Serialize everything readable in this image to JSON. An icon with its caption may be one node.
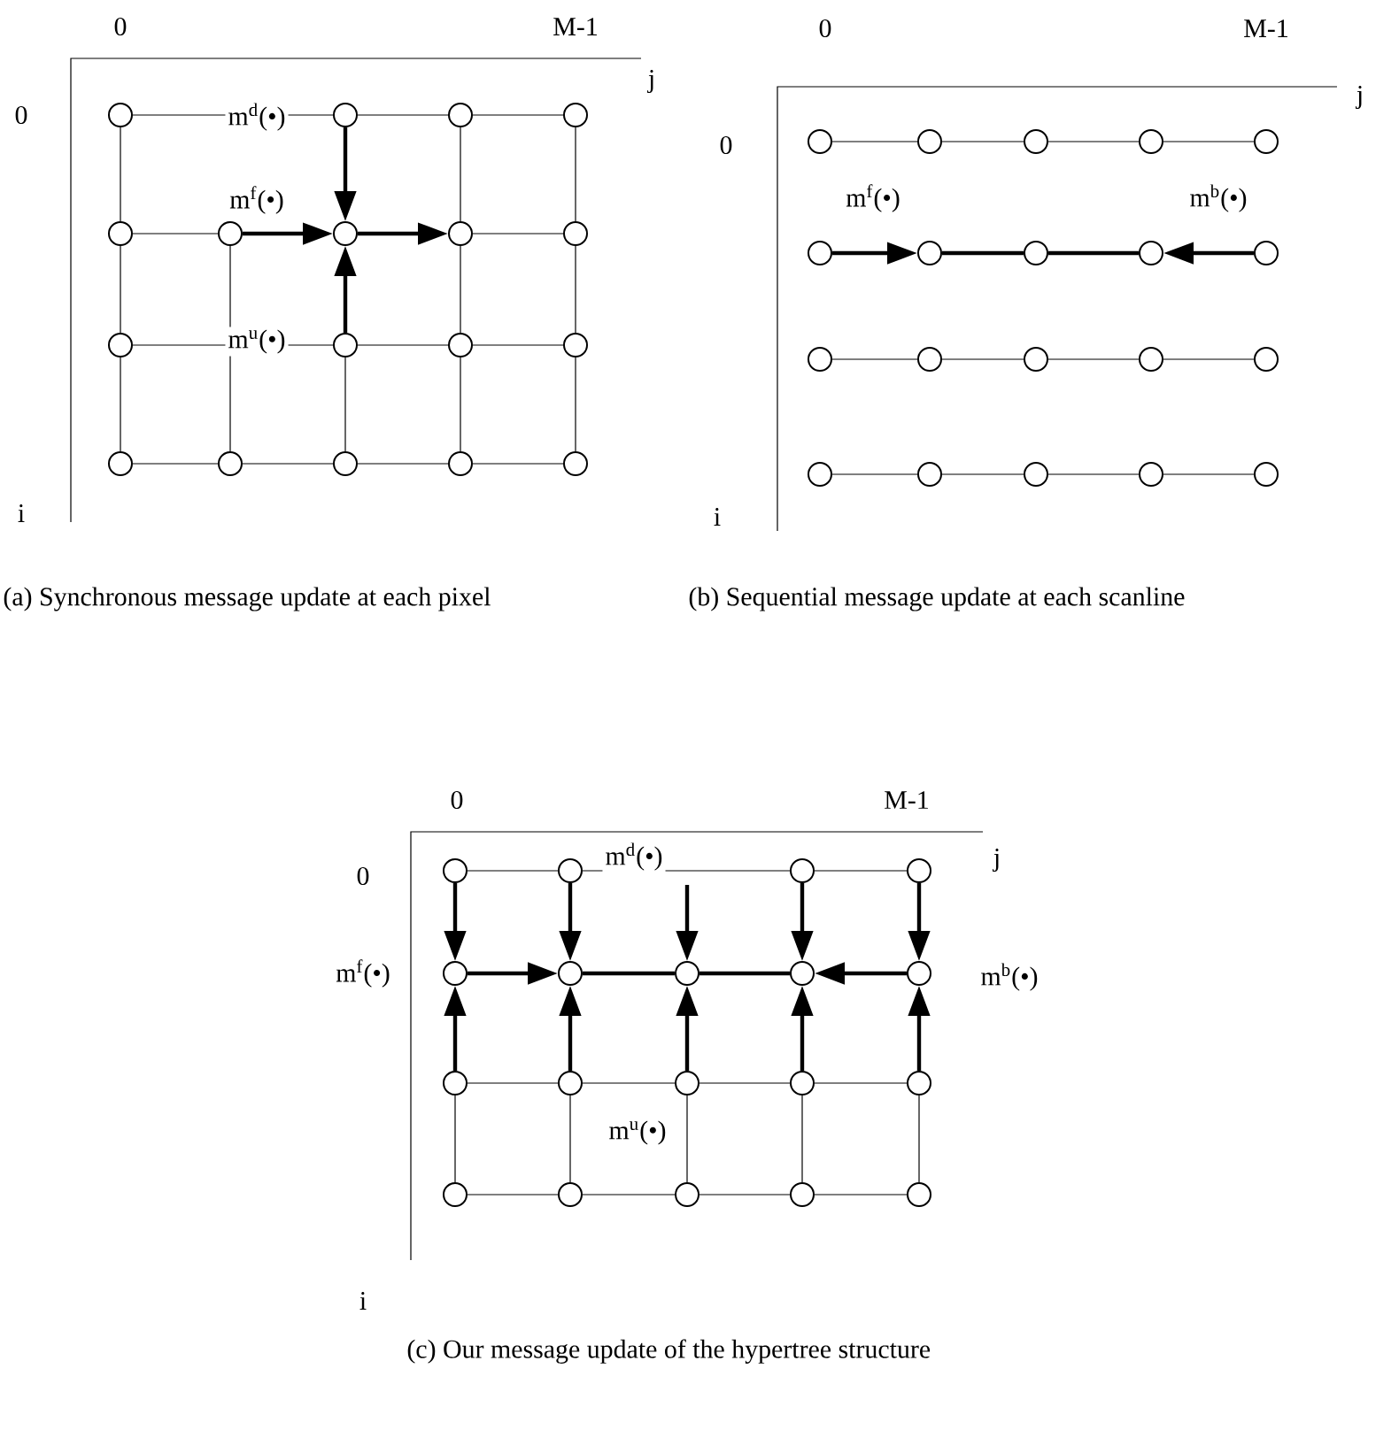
{
  "diagram": {
    "nodes": [
      {
        "text": [],
        "shape": "circle"
      },
      {
        "text": [],
        "shape": "circle"
      },
      {
        "text": [],
        "shape": "circle"
      },
      {
        "text": [],
        "shape": "circle"
      },
      {
        "text": [],
        "shape": "circle"
      },
      {
        "text": [],
        "shape": "circle"
      },
      {
        "text": [],
        "shape": "circle"
      },
      {
        "text": [],
        "shape": "circle"
      },
      {
        "text": [],
        "shape": "circle"
      },
      {
        "text": [],
        "shape": "circle"
      },
      {
        "text": [],
        "shape": "circle"
      },
      {
        "text": [],
        "shape": "circle"
      },
      {
        "text": [],
        "shape": "circle"
      },
      {
        "text": [],
        "shape": "circle"
      },
      {
        "text": [],
        "shape": "circle"
      },
      {
        "text": [],
        "shape": "circle"
      },
      {
        "text": [],
        "shape": "circle"
      },
      {
        "text": [],
        "shape": "circle"
      },
      {
        "text": [],
        "shape": "circle"
      },
      {
        "text": [],
        "shape": "circle"
      },
      {
        "text": [],
        "shape": "circle"
      },
      {
        "text": [],
        "shape": "circle"
      },
      {
        "text": [],
        "shape": "circle"
      },
      {
        "text": [],
        "shape": "circle"
      },
      {
        "text": [],
        "shape": "circle"
      },
      {
        "text": [],
        "shape": "circle"
      },
      {
        "text": [],
        "shape": "circle"
      },
      {
        "text": [],
        "shape": "circle"
      },
      {
        "text": [],
        "shape": "circle"
      },
      {
        "text": [],
        "shape": "circle"
      },
      {
        "text": [],
        "shape": "circle"
      },
      {
        "text": [],
        "shape": "circle"
      },
      {
        "text": [],
        "shape": "circle"
      },
      {
        "text": [],
        "shape": "circle"
      },
      {
        "text": [],
        "shape": "circle"
      },
      {
        "text": [],
        "shape": "circle"
      },
      {
        "text": [],
        "shape": "circle"
      },
      {
        "text": [],
        "shape": "circle"
      },
      {
        "text": [],
        "shape": "circle"
      },
      {
        "text": [],
        "shape": "circle"
      },
      {
        "text": [],
        "shape": "circle"
      },
      {
        "text": [],
        "shape": "circle"
      },
      {
        "text": [],
        "shape": "circle"
      },
      {
        "text": [],
        "shape": "circle"
      },
      {
        "text": [],
        "shape": "circle"
      },
      {
        "text": [],
        "shape": "circle"
      },
      {
        "text": [],
        "shape": "circle"
      },
      {
        "text": [],
        "shape": "circle"
      },
      {
        "text": [],
        "shape": "circle"
      },
      {
        "text": [],
        "shape": "circle"
      },
      {
        "text": [],
        "shape": "circle"
      },
      {
        "text": [],
        "shape": "circle"
      },
      {
        "text": [],
        "shape": "circle"
      },
      {
        "text": [],
        "shape": "circle"
      },
      {
        "text": [],
        "shape": "circle"
      },
      {
        "text": [],
        "shape": "circle"
      },
      {
        "text": [],
        "shape": "circle"
      }
    ],
    "edges": [
      {
        "from": 0,
        "to": 1,
        "arrow": "none"
      },
      {
        "from": 1,
        "to": 2,
        "arrow": "none"
      },
      {
        "from": 2,
        "to": 3,
        "arrow": "none"
      },
      {
        "from": 4,
        "to": 5,
        "arrow": "none"
      },
      {
        "from": 5,
        "to": 6,
        "arrow": "to",
        "style": "thick"
      },
      {
        "from": 6,
        "to": 7,
        "arrow": "to",
        "style": "thick"
      },
      {
        "from": 7,
        "to": 8,
        "arrow": "none"
      },
      {
        "from": 9,
        "to": 10,
        "arrow": "none"
      },
      {
        "from": 10,
        "to": 11,
        "arrow": "none"
      },
      {
        "from": 11,
        "to": 12,
        "arrow": "none"
      },
      {
        "from": 13,
        "to": 14,
        "arrow": "none"
      },
      {
        "from": 14,
        "to": 15,
        "arrow": "none"
      },
      {
        "from": 15,
        "to": 16,
        "arrow": "none"
      },
      {
        "from": 16,
        "to": 17,
        "arrow": "none"
      },
      {
        "from": 0,
        "to": 4,
        "arrow": "none"
      },
      {
        "from": 4,
        "to": 9,
        "arrow": "none"
      },
      {
        "from": 9,
        "to": 13,
        "arrow": "none"
      },
      {
        "from": 5,
        "to": 14,
        "arrow": "none"
      },
      {
        "from": 1,
        "to": 6,
        "arrow": "to",
        "style": "thick"
      },
      {
        "from": 10,
        "to": 6,
        "arrow": "to",
        "style": "thick"
      },
      {
        "from": 10,
        "to": 15,
        "arrow": "none"
      },
      {
        "from": 2,
        "to": 7,
        "arrow": "none"
      },
      {
        "from": 7,
        "to": 11,
        "arrow": "none"
      },
      {
        "from": 11,
        "to": 16,
        "arrow": "none"
      },
      {
        "from": 3,
        "to": 8,
        "arrow": "none"
      },
      {
        "from": 8,
        "to": 12,
        "arrow": "none"
      },
      {
        "from": 12,
        "to": 17,
        "arrow": "none"
      },
      {
        "from": 18,
        "to": 19,
        "arrow": "none"
      },
      {
        "from": 19,
        "to": 20,
        "arrow": "none"
      },
      {
        "from": 20,
        "to": 21,
        "arrow": "none"
      },
      {
        "from": 21,
        "to": 22,
        "arrow": "none"
      },
      {
        "from": 23,
        "to": 24,
        "arrow": "to",
        "style": "thick"
      },
      {
        "from": 24,
        "to": 25,
        "arrow": "none",
        "style": "thick"
      },
      {
        "from": 25,
        "to": 26,
        "arrow": "none",
        "style": "thick"
      },
      {
        "from": 27,
        "to": 26,
        "arrow": "to",
        "style": "thick"
      },
      {
        "from": 28,
        "to": 29,
        "arrow": "none"
      },
      {
        "from": 29,
        "to": 30,
        "arrow": "none"
      },
      {
        "from": 30,
        "to": 31,
        "arrow": "none"
      },
      {
        "from": 31,
        "to": 32,
        "arrow": "none"
      },
      {
        "from": 33,
        "to": 34,
        "arrow": "none"
      },
      {
        "from": 34,
        "to": 35,
        "arrow": "none"
      },
      {
        "from": 35,
        "to": 36,
        "arrow": "none"
      },
      {
        "from": 36,
        "to": 37,
        "arrow": "none"
      },
      {
        "from": 38,
        "to": 39,
        "arrow": "none"
      },
      {
        "from": 39,
        "to": 40,
        "arrow": "none"
      },
      {
        "from": 40,
        "to": 41,
        "arrow": "none"
      },
      {
        "from": 42,
        "to": 43,
        "arrow": "to",
        "style": "thick"
      },
      {
        "from": 43,
        "to": 44,
        "arrow": "none",
        "style": "thick"
      },
      {
        "from": 44,
        "to": 45,
        "arrow": "none",
        "style": "thick"
      },
      {
        "from": 46,
        "to": 45,
        "arrow": "to",
        "style": "thick"
      },
      {
        "from": 47,
        "to": 48,
        "arrow": "none"
      },
      {
        "from": 48,
        "to": 49,
        "arrow": "none"
      },
      {
        "from": 49,
        "to": 50,
        "arrow": "none"
      },
      {
        "from": 50,
        "to": 51,
        "arrow": "none"
      },
      {
        "from": 52,
        "to": 53,
        "arrow": "none"
      },
      {
        "from": 53,
        "to": 54,
        "arrow": "none"
      },
      {
        "from": 54,
        "to": 55,
        "arrow": "none"
      },
      {
        "from": 55,
        "to": 56,
        "arrow": "none"
      },
      {
        "from": 38,
        "to": 42,
        "arrow": "to",
        "style": "thick"
      },
      {
        "from": 39,
        "to": 43,
        "arrow": "to",
        "style": "thick"
      },
      {
        "from": null,
        "to": 44,
        "arrow": "to",
        "style": "thick"
      },
      {
        "from": 40,
        "to": 45,
        "arrow": "to",
        "style": "thick"
      },
      {
        "from": 41,
        "to": 46,
        "arrow": "to",
        "style": "thick"
      },
      {
        "from": 47,
        "to": 42,
        "arrow": "to",
        "style": "thick"
      },
      {
        "from": 48,
        "to": 43,
        "arrow": "to",
        "style": "thick"
      },
      {
        "from": 49,
        "to": 44,
        "arrow": "to",
        "style": "thick"
      },
      {
        "from": 50,
        "to": 45,
        "arrow": "to",
        "style": "thick"
      },
      {
        "from": 51,
        "to": 46,
        "arrow": "to",
        "style": "thick"
      },
      {
        "from": 47,
        "to": 52,
        "arrow": "none"
      },
      {
        "from": 48,
        "to": 53,
        "arrow": "none"
      },
      {
        "from": 49,
        "to": 54,
        "arrow": "none"
      },
      {
        "from": 50,
        "to": 55,
        "arrow": "none"
      },
      {
        "from": 51,
        "to": 56,
        "arrow": "none"
      }
    ],
    "labels": [
      "0",
      "M-1",
      "j",
      "0",
      "m$^{d}$(•)",
      "m$^{f}$(•)",
      "m$^{u}$(•)",
      "i",
      "0",
      "M-1",
      "j",
      "0",
      "m$^{f}$(•)",
      "m$^{b}$(•)",
      "i",
      "(a) Synchronous message update at each pixel",
      "(b) Sequential message update at each scanline",
      "0",
      "M-1",
      "j",
      "0",
      "m$^{d}$(•)",
      "m$^{f}$(•)",
      "m$^{b}$(•)",
      "m$^{u}$(•)",
      "i",
      "(c) Our message update of the hypertree structure"
    ]
  }
}
